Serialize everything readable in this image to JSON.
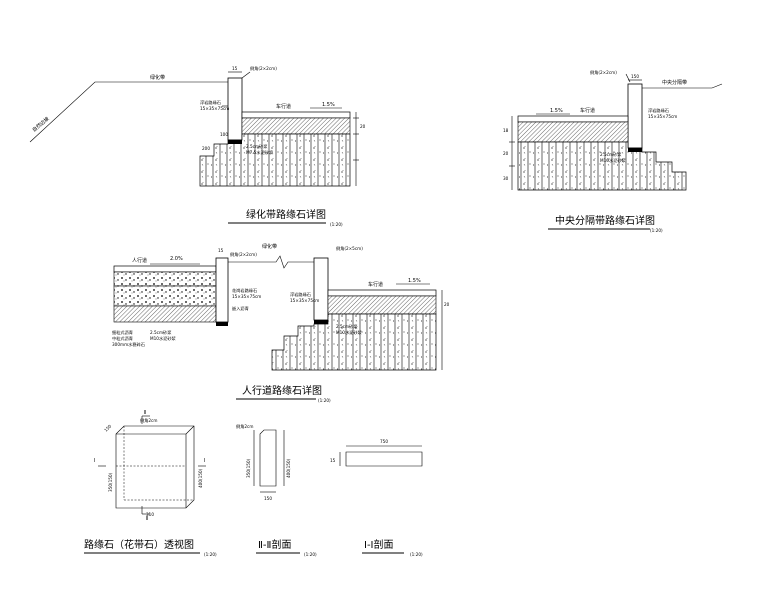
{
  "titles": {
    "green_belt": "绿化带路缘石详图",
    "green_belt_scale": "(1:20)",
    "median": "中央分隔带路缘石详图",
    "median_scale": "(1:20)",
    "sidewalk": "人行道路缘石详图",
    "sidewalk_scale": "(1:20)",
    "perspective": "路缘石（花带石）透视图",
    "perspective_scale": "(1:20)",
    "section_2": "Ⅱ-Ⅱ剖面",
    "section_2_scale": "(1:20)",
    "section_1": "Ⅰ-Ⅰ剖面",
    "section_1_scale": "(1:20)"
  },
  "green_detail": {
    "natural_ground": "自然边坡",
    "green_belt": "绿化带",
    "chamfer": "倒角(2×2cm)",
    "curb_spec": "浮岩路缘石",
    "curb_size": "15×35×75cm",
    "lane": "车行道",
    "slope": "1.5%",
    "dim_top": "15",
    "dim_side": "20",
    "mortar_note": "2.5cm砂浆",
    "base_note": "M7.5水泥砂浆",
    "dim_100": "100",
    "dim_200": "200"
  },
  "median_detail": {
    "chamfer": "倒角(2×2cm)",
    "median": "中央分隔带",
    "lane": "车行道",
    "slope": "1.5%",
    "curb_spec": "浮岩路缘石",
    "curb_size": "15×35×75cm",
    "dim_top": "150",
    "mortar_note": "2.5cm砂浆",
    "base_note": "M10水泥砂浆",
    "dim_18": "18",
    "dim_20": "20",
    "dim_30": "30"
  },
  "sidewalk_detail": {
    "sidewalk": "人行道",
    "slope_left": "2.0%",
    "chamfer": "倒角(2×2cm)",
    "green_belt": "绿化带",
    "chamfer_right": "倒角(2×5cm)",
    "lane": "车行道",
    "slope_right": "1.5%",
    "curb_spec": "花岗岩路缘石",
    "curb_size": "15×35×75cm",
    "curb_spec_right": "浮岩路缘石",
    "curb_size_right": "15×35×75cm",
    "mortar_note": "2.5cm砂浆",
    "base_note": "M10水泥砂浆",
    "layer_note_1": "细粒式沥青",
    "layer_note_2": "中粒式沥青",
    "layer_note_3": "300mm水稳碎石",
    "filler_note": "嵌入沥青",
    "dim_15": "15",
    "dim_20": "20"
  },
  "perspective": {
    "label_2_top": "Ⅱ",
    "label_2_bottom": "Ⅱ",
    "label_1_left": "Ⅰ",
    "label_1_right": "Ⅰ",
    "chamfer": "倒角2cm",
    "dim_150": "150",
    "dim_width": "310",
    "dim_height": "350(150)",
    "dim_right": "400(150)"
  },
  "section_2": {
    "chamfer": "倒角2cm",
    "dim_height": "350(150)",
    "dim_right": "400(150)",
    "dim_bottom": "150"
  },
  "section_1": {
    "dim_top": "750",
    "dim_side": "15"
  }
}
